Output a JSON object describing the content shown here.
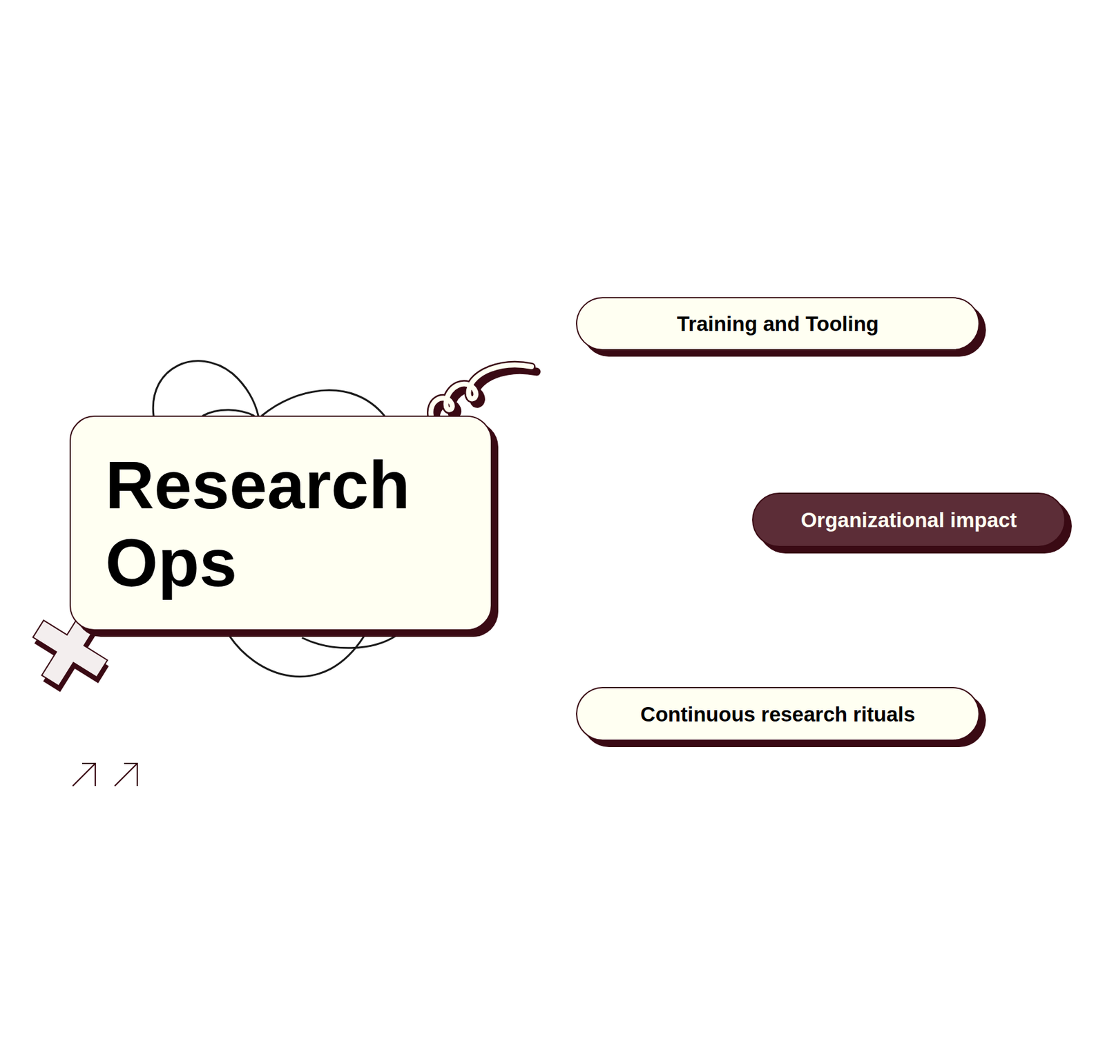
{
  "diagram": {
    "nodes": [
      {
        "text": [
          "Research Ops"
        ]
      },
      {
        "text": [
          "Training and Tooling"
        ]
      },
      {
        "text": [
          "Organizational impact"
        ]
      },
      {
        "text": [
          "Continuous research rituals"
        ]
      }
    ]
  }
}
